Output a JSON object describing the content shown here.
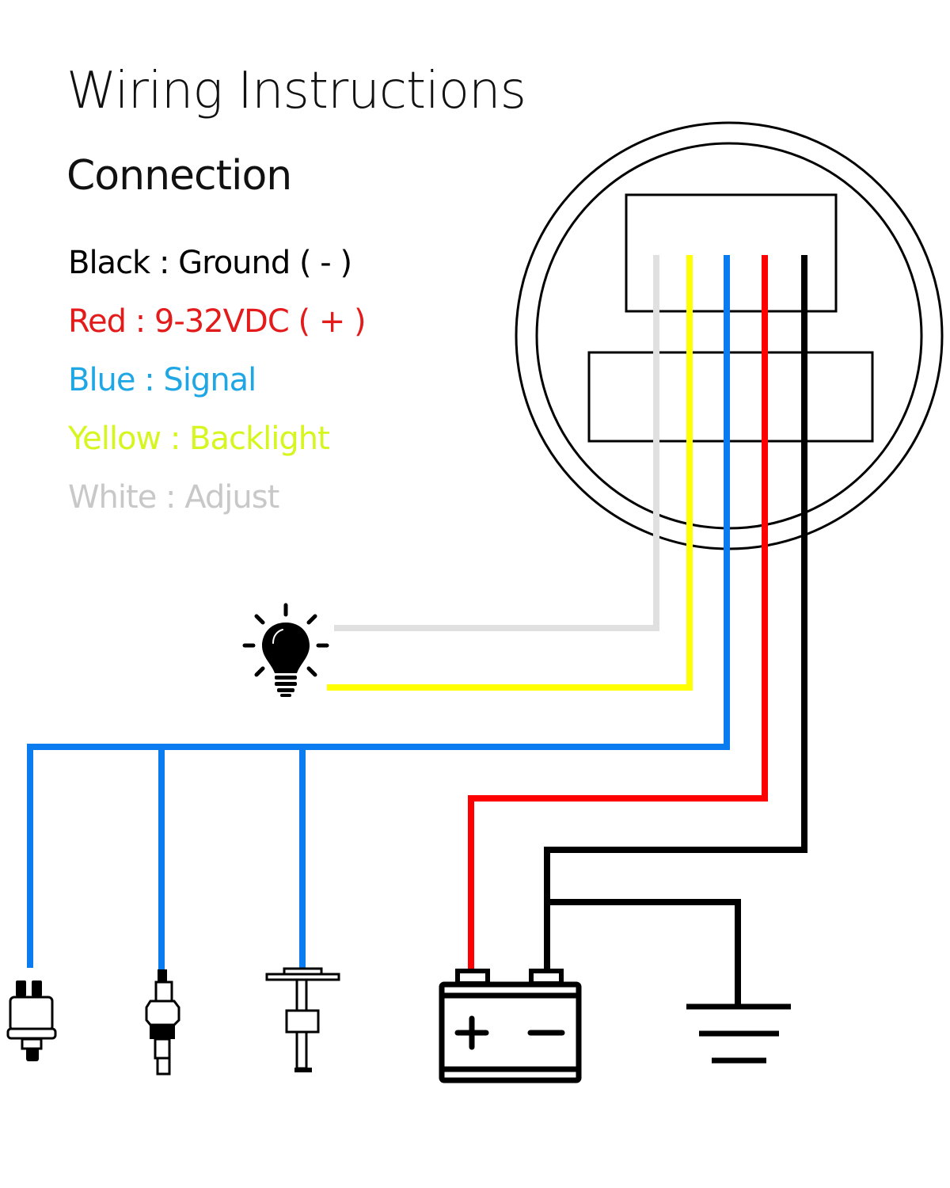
{
  "header": {
    "title": "Wiring Instructions",
    "subtitle": "Connection"
  },
  "legend": [
    {
      "text": "Black : Ground ( - )",
      "color": "#000000"
    },
    {
      "text": "Red : 9-32VDC ( + )",
      "color": "#e31b1b"
    },
    {
      "text": "Blue : Signal",
      "color": "#1ea7e4"
    },
    {
      "text": "Yellow : Backlight",
      "color": "#d7f51e"
    },
    {
      "text": "White : Adjust",
      "color": "#c8c8c8"
    }
  ],
  "wire_colors": {
    "white": "#e0e0e0",
    "yellow": "#ffff00",
    "blue": "#0a7cf0",
    "red": "#ff0000",
    "black": "#000000"
  },
  "components": {
    "gauge": "gauge-connector",
    "bulb": "lightbulb-icon",
    "sensors": [
      "oil-pressure-sensor-icon",
      "temperature-sensor-icon",
      "fuel-level-sender-icon"
    ],
    "battery": {
      "icon": "battery-icon",
      "plus": "+",
      "minus": "−"
    },
    "ground": "ground-symbol-icon"
  }
}
